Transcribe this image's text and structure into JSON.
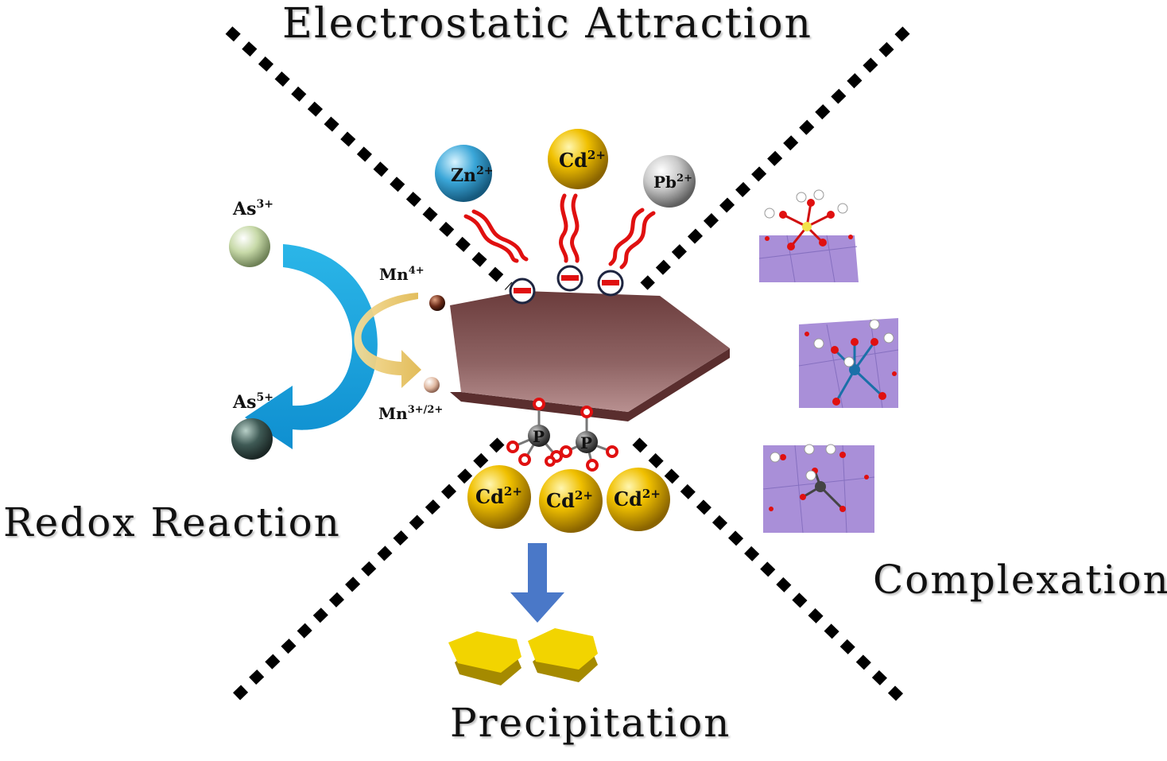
{
  "titles": {
    "electrostatic": "Electrostatic Attraction",
    "redox": "Redox Reaction",
    "complexation": "Complexation",
    "precipitation": "Precipitation"
  },
  "ions": {
    "zn": {
      "base": "Zn",
      "sup": "2+"
    },
    "cd_top": {
      "base": "Cd",
      "sup": "2+"
    },
    "pb": {
      "base": "Pb",
      "sup": "2+"
    },
    "as3": {
      "base": "As",
      "sup": "3+"
    },
    "as5": {
      "base": "As",
      "sup": "5+"
    },
    "mn4": {
      "base": "Mn",
      "sup": "4+"
    },
    "mn32": {
      "base": "Mn",
      "sup": "3+/2+"
    },
    "cd1": {
      "base": "Cd",
      "sup": "2+"
    },
    "cd2": {
      "base": "Cd",
      "sup": "2+"
    },
    "cd3": {
      "base": "Cd",
      "sup": "2+"
    },
    "p1": {
      "base": "P"
    },
    "p2": {
      "base": "P"
    }
  },
  "colors": {
    "particle": "#7a4a4a",
    "cd": "#e8b800",
    "zn": "#3aa6d8",
    "pb": "#bdbdbd",
    "as3": "#c7d9a8",
    "as5": "#3f5a55",
    "negative": "#e01010",
    "arrow_blue": "#1aa5dc",
    "arrow_gold": "#e8c060",
    "down_arrow": "#4a78c8",
    "mineral": "#a98fd8",
    "crystal": "#f2d400"
  }
}
